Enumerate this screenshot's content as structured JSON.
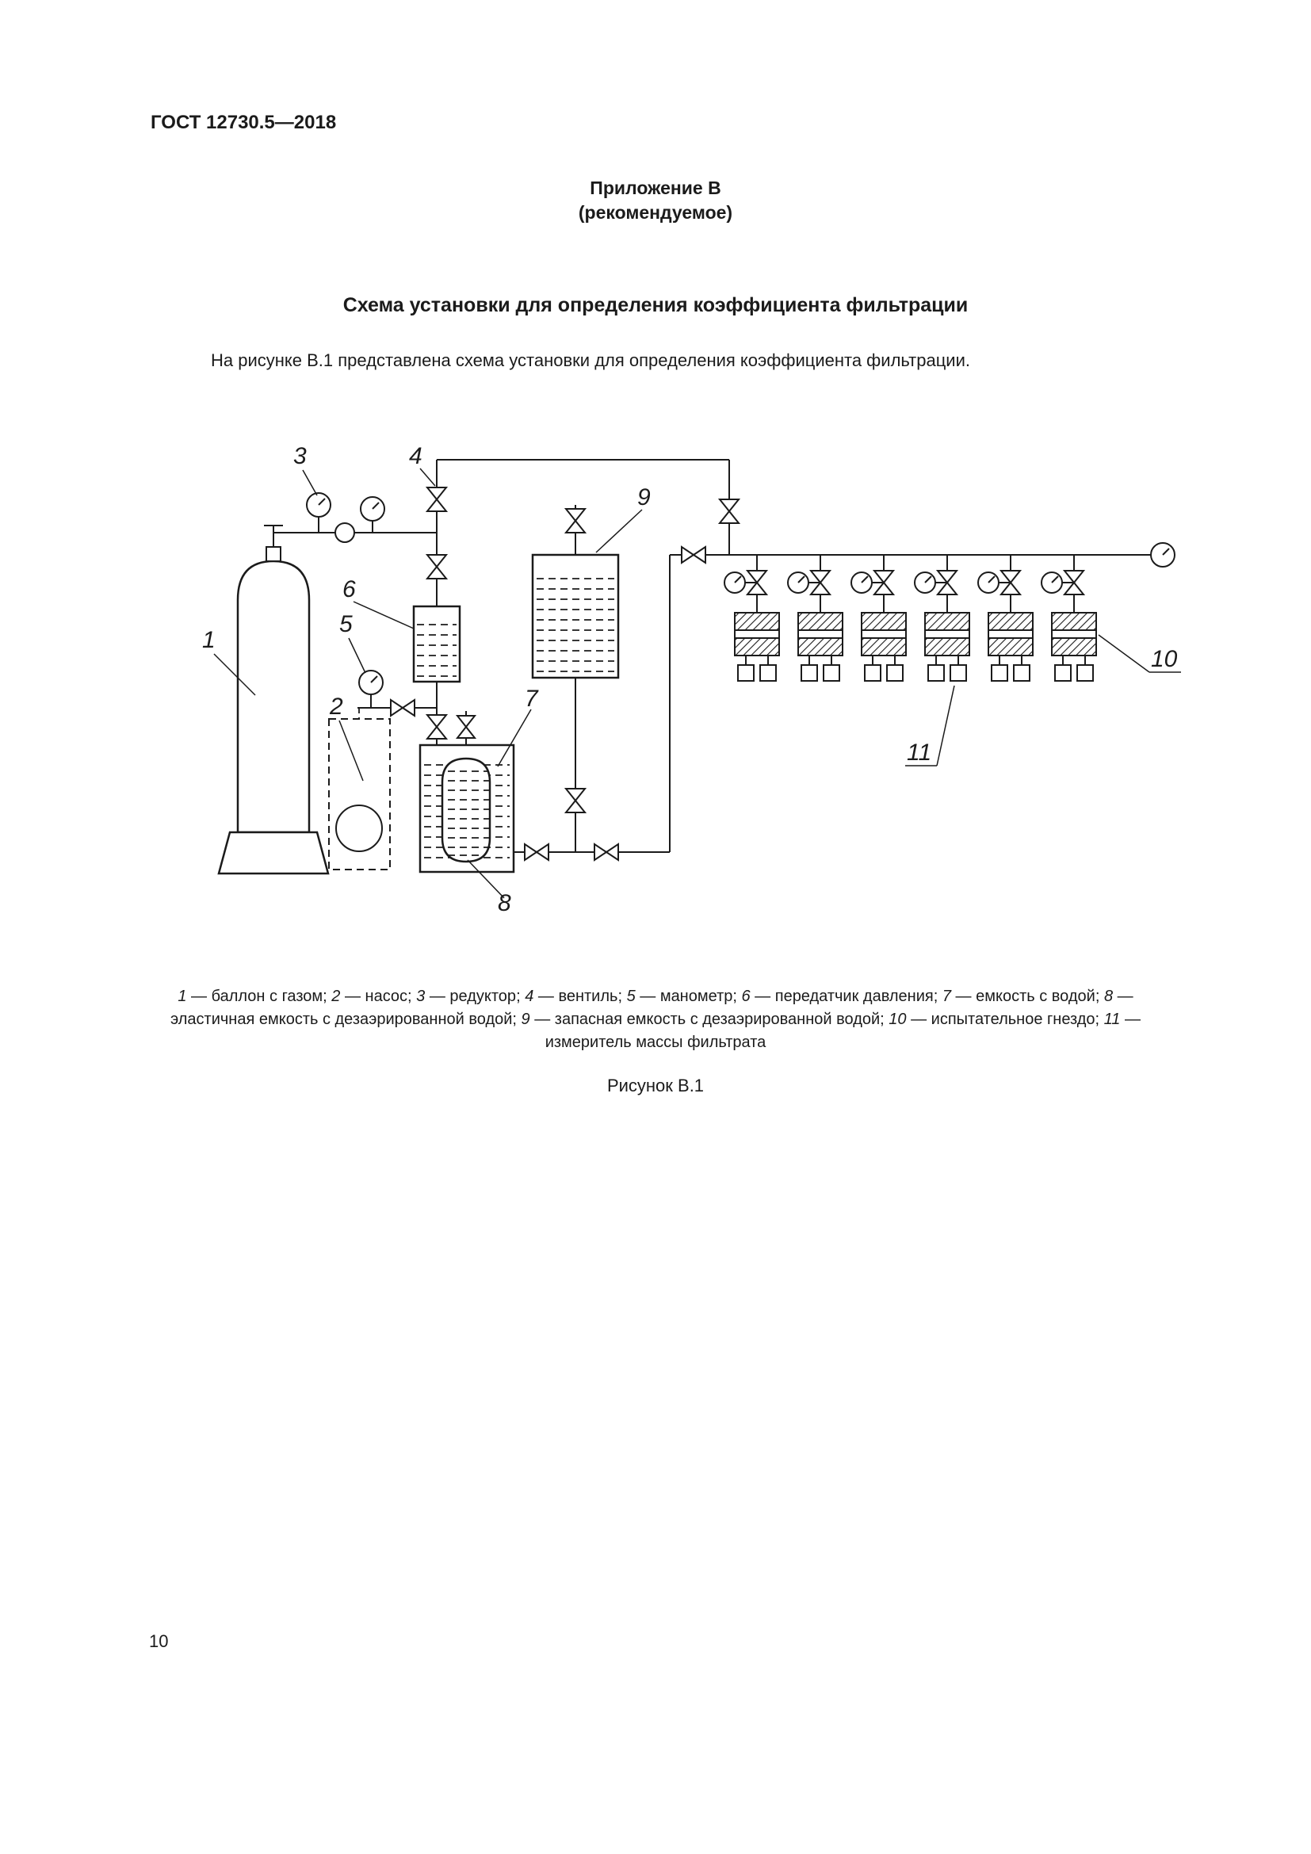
{
  "page": {
    "doc_code": "ГОСТ 12730.5—2018",
    "page_number": "10"
  },
  "annex": {
    "title": "Приложение В",
    "subtitle": "(рекомендуемое)"
  },
  "section": {
    "title": "Схема установки для определения коэффициента фильтрации",
    "intro": "На рисунке В.1 представлена схема установки для определения коэффициента фильтрации."
  },
  "figure": {
    "name": "Рисунок В.1",
    "sep_dash": " — ",
    "sep_item": "; ",
    "callouts": [
      "1",
      "2",
      "3",
      "4",
      "5",
      "6",
      "7",
      "8",
      "9",
      "10",
      "11"
    ],
    "legend": [
      {
        "n": "1",
        "text": "баллон с газом"
      },
      {
        "n": "2",
        "text": "насос"
      },
      {
        "n": "3",
        "text": "редуктор"
      },
      {
        "n": "4",
        "text": "вентиль"
      },
      {
        "n": "5",
        "text": "манометр"
      },
      {
        "n": "6",
        "text": "передатчик давления"
      },
      {
        "n": "7",
        "text": "емкость с водой"
      },
      {
        "n": "8",
        "text": "эластичная емкость с дезаэрированной водой"
      },
      {
        "n": "9",
        "text": "запасная емкость с дезаэрированной водой"
      },
      {
        "n": "10",
        "text": "испытательное гнездо"
      },
      {
        "n": "11",
        "text": "измеритель массы фильтрата"
      }
    ]
  }
}
